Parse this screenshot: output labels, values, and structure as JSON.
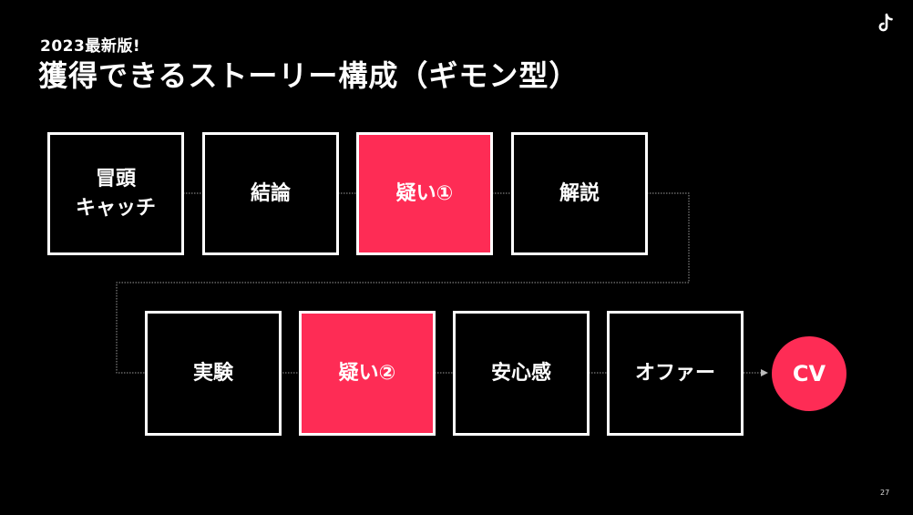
{
  "slide": {
    "subtitle": "2023最新版!",
    "title": "獲得できるストーリー構成（ギモン型）",
    "page_number": "27"
  },
  "flow": {
    "row1": [
      "冒頭\nキャッチ",
      "結論",
      "疑い①",
      "解説"
    ],
    "row2": [
      "実験",
      "疑い②",
      "安心感",
      "オファー"
    ],
    "end_label": "CV"
  },
  "colors": {
    "background": "#000000",
    "highlight": "#fe2c55",
    "border": "#ffffff",
    "connector": "#9a9a9a"
  },
  "icons": {
    "logo": "tiktok-logo-icon"
  }
}
